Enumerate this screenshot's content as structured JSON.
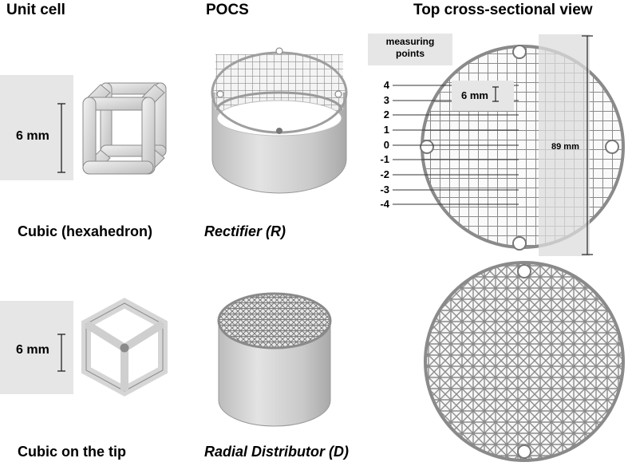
{
  "headers": {
    "unit_cell": "Unit cell",
    "pocs": "POCS",
    "top_view": "Top cross-sectional view"
  },
  "row1": {
    "dimension": "6 mm",
    "unit_cell_label": "Cubic (hexahedron)",
    "pocs_label": "Rectifier (R)"
  },
  "row2": {
    "dimension": "6 mm",
    "unit_cell_label": "Cubic on the tip",
    "pocs_label": "Radial Distributor (D)"
  },
  "top_view": {
    "measuring_label": "measuring\npoints",
    "grid_dim": "6 mm",
    "diameter": "89 mm",
    "points": [
      "4",
      "3",
      "2",
      "1",
      "0",
      "-1",
      "-2",
      "-3",
      "-4"
    ]
  }
}
